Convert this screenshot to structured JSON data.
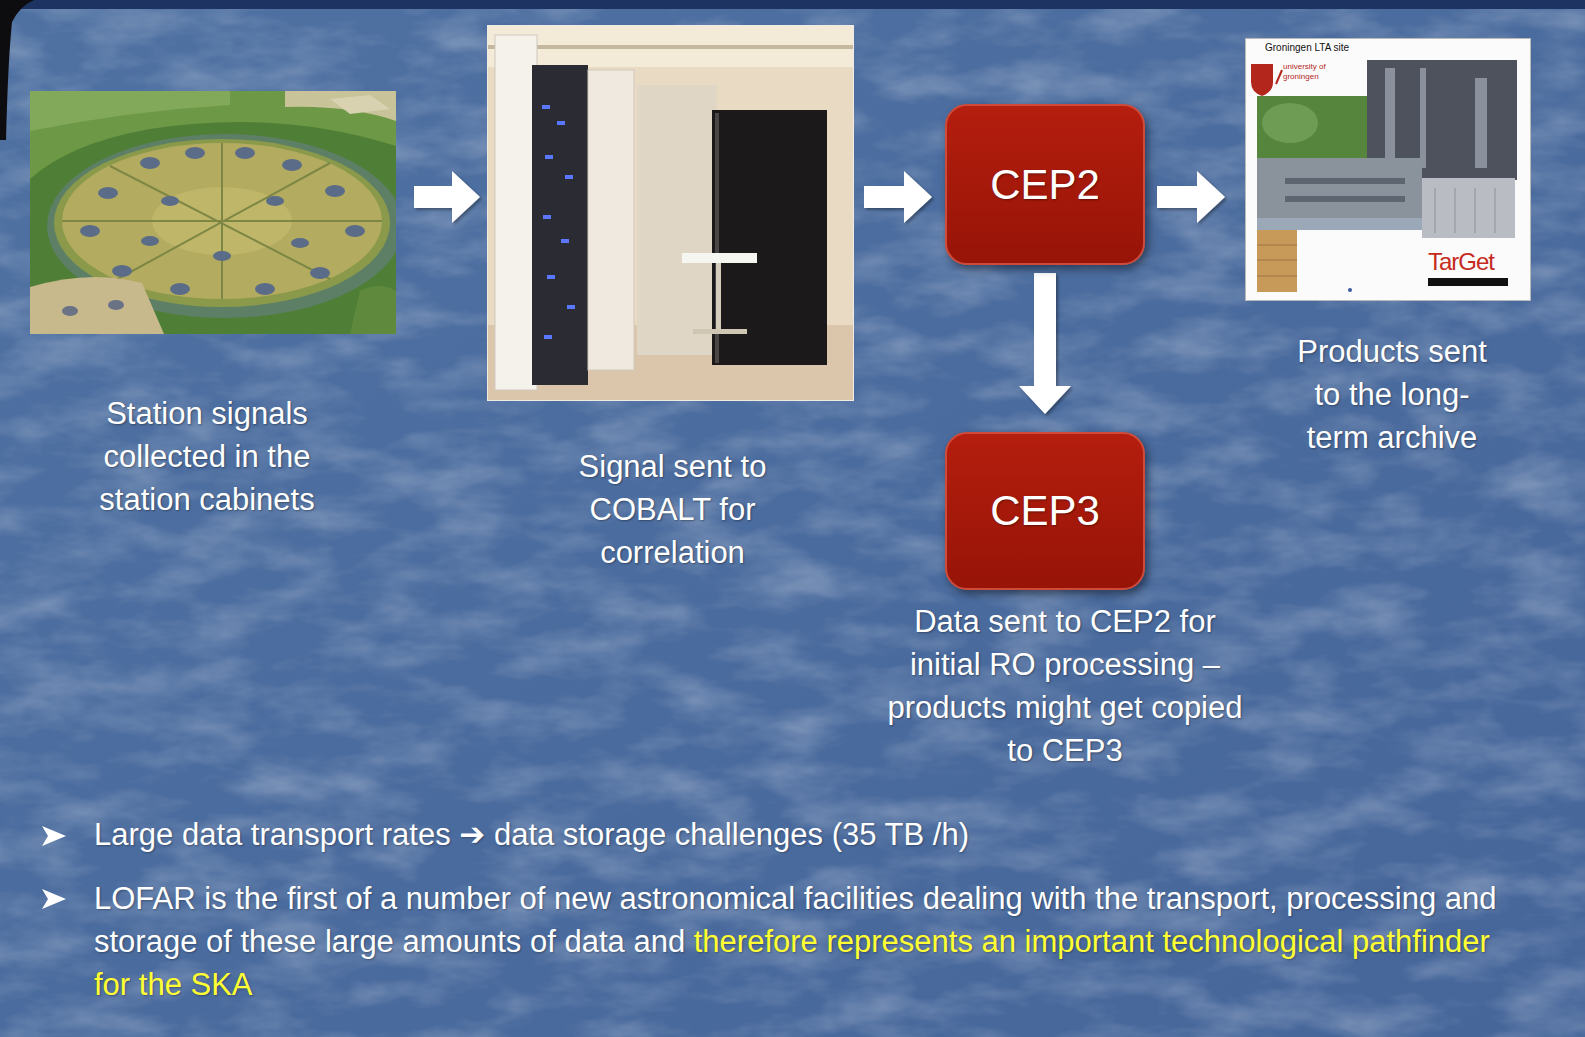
{
  "diagram": {
    "nodes": [
      {
        "text": [
          "Station signals collected in the station cabinets"
        ]
      },
      {
        "text": [
          "Signal sent to COBALT for correlation"
        ]
      },
      {
        "text": [
          "CEP2"
        ]
      },
      {
        "text": [
          "Products sent to the long-term archive"
        ]
      },
      {
        "text": [
          "CEP3",
          "Data sent to CEP2 for initial RO processing – products might get copied to CEP3"
        ]
      }
    ],
    "edges": [
      {
        "from": 0,
        "to": 1,
        "arrow": "to"
      },
      {
        "from": 1,
        "to": 2,
        "arrow": "to"
      },
      {
        "from": 2,
        "to": 3,
        "arrow": "to"
      },
      {
        "from": 2,
        "to": 4,
        "arrow": "to"
      }
    ],
    "labels": [
      "Groningen LTA site",
      "university of groningen",
      "TarGet",
      "Large data transport rates ➔ data storage challenges (35 TB /h)",
      "LOFAR is the first of a number of new astronomical facilities dealing with the transport, processing and storage of these large amounts of data and",
      "therefore represents an important technological pathfinder for the SKA"
    ]
  }
}
